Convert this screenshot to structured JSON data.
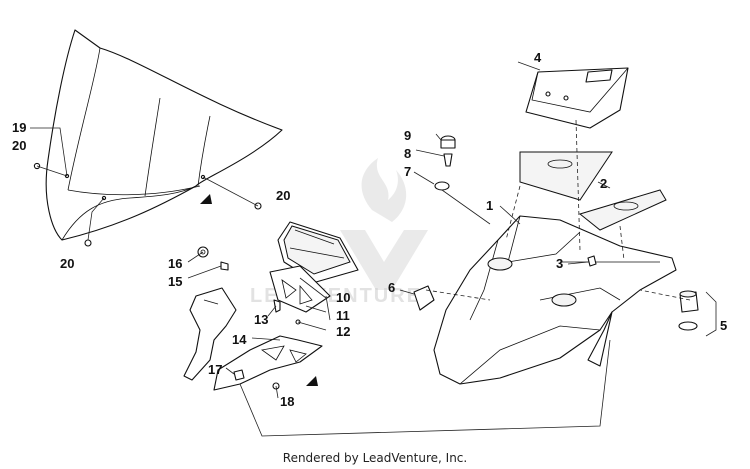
{
  "diagram": {
    "footer": "Rendered by LeadVenture, Inc.",
    "callouts": {
      "c1": "1",
      "c2": "2",
      "c3": "3",
      "c4": "4",
      "c5": "5",
      "c6": "6",
      "c7": "7",
      "c8": "8",
      "c9": "9",
      "c10": "10",
      "c11": "11",
      "c12": "12",
      "c13": "13",
      "c14": "14",
      "c15": "15",
      "c16": "16",
      "c17": "17",
      "c18": "18",
      "c19": "19",
      "c20a": "20",
      "c20b": "20",
      "c20c": "20"
    }
  }
}
